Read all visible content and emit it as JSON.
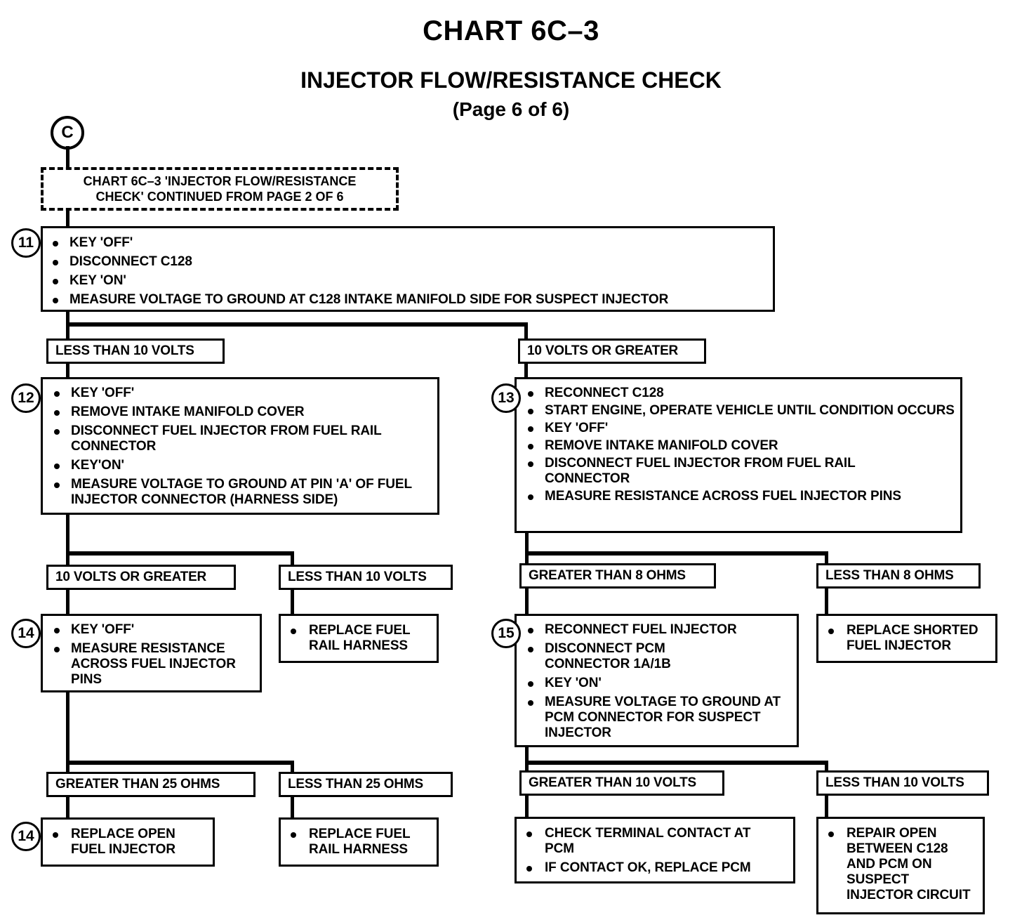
{
  "title": {
    "chart_number": "CHART 6C–3",
    "chart_name": "INJECTOR FLOW/RESISTANCE CHECK",
    "page_indicator": "(Page 6 of 6)"
  },
  "connector": {
    "label": "C"
  },
  "continuation_box": {
    "line1": "CHART 6C–3 'INJECTOR FLOW/RESISTANCE",
    "line2": "CHECK' CONTINUED FROM PAGE 2 OF 6"
  },
  "steps": {
    "s11": {
      "number": "11",
      "items": [
        "KEY 'OFF'",
        "DISCONNECT C128",
        "KEY 'ON'",
        "MEASURE VOLTAGE TO GROUND AT C128 INTAKE MANIFOLD SIDE FOR SUSPECT INJECTOR"
      ]
    },
    "s12": {
      "number": "12",
      "items": [
        "KEY 'OFF'",
        "REMOVE INTAKE MANIFOLD COVER",
        "DISCONNECT FUEL INJECTOR FROM FUEL RAIL CONNECTOR",
        "KEY'ON'",
        "MEASURE VOLTAGE TO GROUND AT  PIN 'A' OF FUEL INJECTOR CONNECTOR (HARNESS SIDE)"
      ]
    },
    "s13": {
      "number": "13",
      "items": [
        "RECONNECT C128",
        "START ENGINE, OPERATE VEHICLE UNTIL CONDITION OCCURS",
        "KEY 'OFF'",
        "REMOVE INTAKE MANIFOLD COVER",
        "DISCONNECT FUEL INJECTOR FROM FUEL RAIL CONNECTOR",
        "MEASURE RESISTANCE ACROSS FUEL INJECTOR PINS"
      ]
    },
    "s14": {
      "number": "14",
      "items": [
        "KEY 'OFF'",
        "MEASURE RESISTANCE ACROSS FUEL INJECTOR PINS"
      ]
    },
    "s15": {
      "number": "15",
      "items": [
        "RECONNECT FUEL INJECTOR",
        "DISCONNECT PCM CONNECTOR 1A/1B",
        "KEY 'ON'",
        "MEASURE VOLTAGE TO GROUND AT PCM CONNECTOR FOR SUSPECT INJECTOR"
      ]
    },
    "s14b": {
      "number": "14",
      "items": [
        "REPLACE OPEN FUEL INJECTOR"
      ]
    }
  },
  "conditions": {
    "c1_left": "LESS THAN 10 VOLTS",
    "c1_right": "10 VOLTS OR GREATER",
    "c2_left": "10 VOLTS OR GREATER",
    "c2_mid": "LESS THAN 10 VOLTS",
    "c2_right_left": "GREATER THAN 8 OHMS",
    "c2_right_right": "LESS THAN 8 OHMS",
    "c3_left": "GREATER THAN 25 OHMS",
    "c3_mid": "LESS THAN 25 OHMS",
    "c3_right_left": "GREATER THAN 10 VOLTS",
    "c3_right_right": "LESS THAN 10 VOLTS"
  },
  "results": {
    "replace_fuel_rail_harness_1": [
      "REPLACE FUEL RAIL HARNESS"
    ],
    "replace_shorted_injector": [
      "REPLACE SHORTED FUEL INJECTOR"
    ],
    "replace_open_injector": [
      "REPLACE OPEN FUEL INJECTOR"
    ],
    "replace_fuel_rail_harness_2": [
      "REPLACE FUEL RAIL HARNESS"
    ],
    "check_terminal_pcm": [
      "CHECK TERMINAL CONTACT AT PCM",
      "IF CONTACT OK, REPLACE PCM"
    ],
    "repair_open_c128": [
      "REPAIR OPEN BETWEEN C128 AND PCM ON SUSPECT INJECTOR CIRCUIT"
    ]
  },
  "colors": {
    "ink": "#000000",
    "paper": "#ffffff"
  }
}
